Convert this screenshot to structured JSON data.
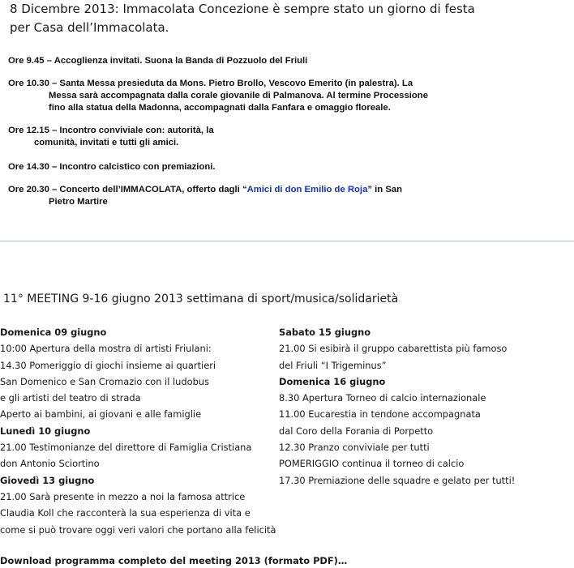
{
  "event": {
    "title_line1": "8 Dicembre 2013: Immacolata Concezione è sempre stato un giorno di festa",
    "title_line2": "per Casa dell’Immacolata.",
    "schedule": {
      "item1": "Ore 9.45 – Accoglienza invitati. Suona la Banda   di Pozzuolo del Friuli",
      "item2_line1": "Ore 10.30 – Santa Messa presieduta da Mons. Pietro Brollo, Vescovo Emerito (in palestra). La",
      "item2_line2": "Messa sarà accompagnata dalla corale giovanile di Palmanova. Al termine Processione",
      "item2_line3": "fino alla statua della Madonna, accompagnati dalla Fanfara e omaggio floreale.",
      "item3_line1": "Ore 12.15 – Incontro conviviale con: autorità, la",
      "item3_line2": "comunità, invitati e tutti gli amici.",
      "item4": "Ore 14.30 – Incontro calcistico con premiazioni.",
      "item5_prefix": "Ore  20.30  –  Concerto  dell’IMMACOLATA,  offerto  dagli  “",
      "item5_link": "Amici  di  don  Emilio  de  Roja",
      "item5_suffix": "”  in  San",
      "item5_line2": "Pietro Martire"
    }
  },
  "meeting": {
    "title": "11° MEETING  9-16 giugno 2013  settimana di sport/musica/solidarietà",
    "left_column": {
      "day1_heading": "Domenica 09 giugno",
      "day1_l1": "10:00  Apertura della mostra di artisti Friulani:",
      "day1_l2": "14.30  Pomeriggio di giochi insieme ai quartieri",
      "day1_l3": "San Domenico e San Cromazio con il ludobus",
      "day1_l4": "e gli artisti del teatro di strada",
      "day1_l5": "Aperto ai bambini, ai giovani e alle famiglie",
      "day2_heading": "Lunedì 10 giugno",
      "day2_l1": "21.00  Testimonianze del direttore di Famiglia Cristiana",
      "day2_l2": "don Antonio Sciortino",
      "day3_heading": "Giovedì 13 giugno",
      "day3_l1": "21.00  Sarà presente in mezzo a noi la famosa attrice",
      "day3_l2": "Claudia Koll che racconterà la sua esperienza di vita e",
      "day3_l3": "come si può trovare oggi  veri valori che portano alla felicità"
    },
    "right_column": {
      "day4_heading": "Sabato 15 giugno",
      "day4_l1": "21.00 Si esibirà il gruppo cabarettista più famoso",
      "day4_l2": "del Friuli  “I Trigeminus”",
      "day5_heading": "Domenica 16 giugno",
      "day5_l1": "8.30 Apertura Torneo di calcio internazionale",
      "day5_l2": "11.00 Eucarestia in tendone accompagnata",
      "day5_l3": "dal Coro della Forania di Porpetto",
      "day5_l4": "12.30 Pranzo conviviale per tutti",
      "day5_l5": "POMERIGGIO continua il torneo di calcio",
      "day5_l6": "17.30 Premiazione delle squadre e gelato per tutti!"
    },
    "download_link": "Download programma completo del meeting 2013 (formato PDF)…"
  },
  "colors": {
    "link_blue": "#1133bb",
    "divider": "#a8c0dc"
  }
}
